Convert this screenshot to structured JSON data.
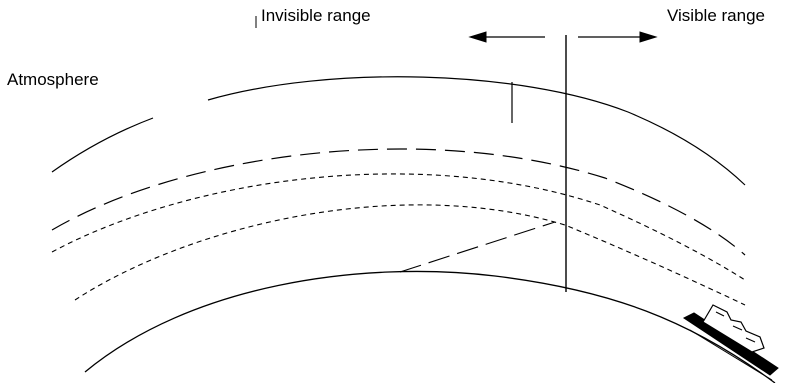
{
  "labels": {
    "invisible_range": "Invisible range",
    "visible_range": "Visible range",
    "atmosphere": "Atmosphere"
  },
  "colors": {
    "ink": "#000000",
    "background": "#ffffff"
  },
  "icons": {
    "ship": "ship-icon"
  }
}
